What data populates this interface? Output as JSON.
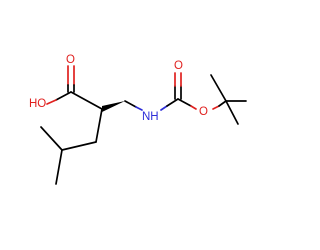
{
  "molecule": {
    "atom_labels": {
      "acid_carbonyl_oxygen": "O",
      "acid_hydroxyl": "HO",
      "amine_nitrogen": "NH",
      "carbamate_carbonyl_oxygen": "O",
      "carbamate_ester_oxygen": "O"
    },
    "colors": {
      "bond": "#000000",
      "oxygen": "#e0211f",
      "nitrogen": "#2d2dd8"
    }
  }
}
